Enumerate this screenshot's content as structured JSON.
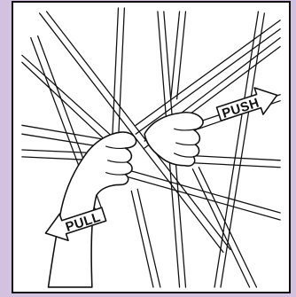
{
  "illustration": {
    "subject": "two-hands-squeezing-wheel-spokes",
    "colors": {
      "background": "#d2c2e0",
      "panel": "#ffffff",
      "stroke": "#111111"
    }
  },
  "labels": {
    "push": "PUSH",
    "pull": "PULL"
  },
  "icons": {
    "push": "right-arrow-icon",
    "pull": "left-arrow-icon"
  }
}
